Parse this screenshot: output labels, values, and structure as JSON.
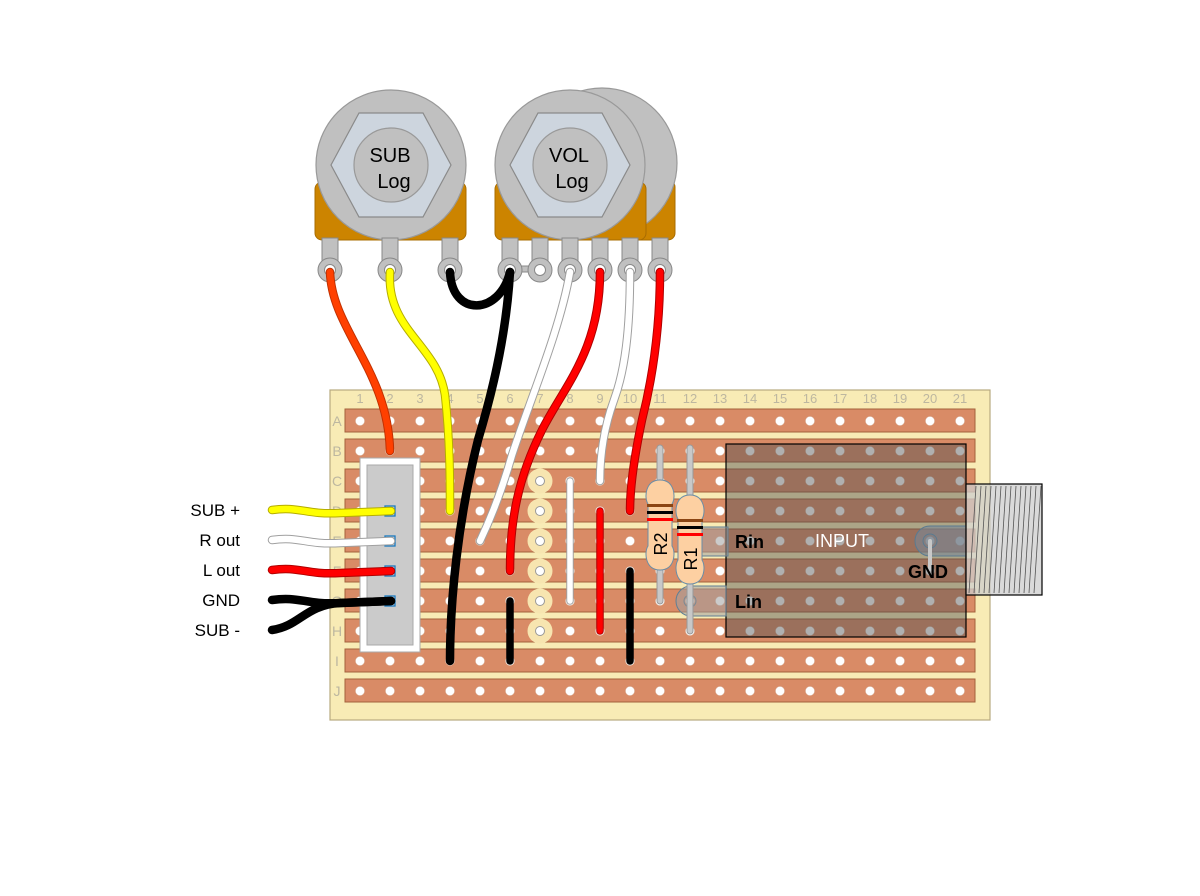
{
  "pots": [
    {
      "name": "SUB",
      "taper": "Log",
      "lug_count": 3
    },
    {
      "name": "VOL",
      "taper": "Log",
      "lug_count": 6,
      "ganged": true
    }
  ],
  "board": {
    "columns": [
      "1",
      "2",
      "3",
      "4",
      "5",
      "6",
      "7",
      "8",
      "9",
      "10",
      "11",
      "12",
      "13",
      "14",
      "15",
      "16",
      "17",
      "18",
      "19",
      "20",
      "21"
    ],
    "rows": [
      "A",
      "B",
      "C",
      "D",
      "E",
      "F",
      "G",
      "H",
      "I",
      "J"
    ],
    "track_cuts": [
      "C7",
      "D7",
      "E7",
      "F7",
      "G7",
      "H7"
    ],
    "colors": {
      "board": "#f8ebb5",
      "strip": "#d98b66",
      "hole": "#ffffff"
    }
  },
  "external_connections": [
    {
      "label": "SUB +",
      "color": "#ffff00",
      "outline": "#b5ad00",
      "pin_row": "D"
    },
    {
      "label": "R out",
      "color": "#ffffff",
      "outline": "#a0a0a0",
      "pin_row": "E"
    },
    {
      "label": "L out",
      "color": "#ff0000",
      "outline": "#b00000",
      "pin_row": "F"
    },
    {
      "label": "GND",
      "color": "#000000",
      "outline": "#000000",
      "pin_row": "G"
    },
    {
      "label": "SUB -",
      "color": "#000000",
      "outline": "#000000",
      "pin_row": "G"
    }
  ],
  "pot_wires": [
    {
      "from": "SUB lug 1",
      "to": "B2",
      "color": "#ff4000",
      "outline": "#c03000"
    },
    {
      "from": "SUB lug 2",
      "to": "D4",
      "color": "#ffff00",
      "outline": "#b5ad00"
    },
    {
      "from": "SUB lug 3",
      "to": "VOL lug 1",
      "color": "#000000",
      "outline": "#000000"
    },
    {
      "from": "VOL lug 1",
      "to": "I4",
      "color": "#000000",
      "outline": "#000000"
    },
    {
      "from": "VOL lug 3",
      "to": "E5",
      "color": "#ffffff",
      "outline": "#a0a0a0"
    },
    {
      "from": "VOL lug 4",
      "to": "F6",
      "color": "#ff0000",
      "outline": "#b00000"
    },
    {
      "from": "VOL lug 5",
      "to": "C9",
      "color": "#ffffff",
      "outline": "#a0a0a0"
    },
    {
      "from": "VOL lug 6",
      "to": "D10",
      "color": "#ff0000",
      "outline": "#b00000"
    }
  ],
  "jumpers": [
    {
      "from": "G6",
      "to": "I6",
      "color": "#000000",
      "outline": "#000000"
    },
    {
      "from": "C8",
      "to": "G8",
      "color": "#ffffff",
      "outline": "#a0a0a0"
    },
    {
      "from": "D9",
      "to": "H9",
      "color": "#ff0000",
      "outline": "#b00000"
    },
    {
      "from": "F10",
      "to": "I10",
      "color": "#000000",
      "outline": "#000000"
    }
  ],
  "resistors": [
    {
      "label": "R2",
      "from": "B11",
      "to": "G11",
      "bands": [
        "#8b4513",
        "#000000",
        "#ff0000"
      ]
    },
    {
      "label": "R1",
      "from": "B12",
      "to": "H12",
      "bands": [
        "#8b4513",
        "#000000",
        "#ff0000"
      ]
    }
  ],
  "input_jack": {
    "label": "INPUT",
    "rin_label": "Rin",
    "lin_label": "Lin",
    "gnd_label": "GND"
  }
}
